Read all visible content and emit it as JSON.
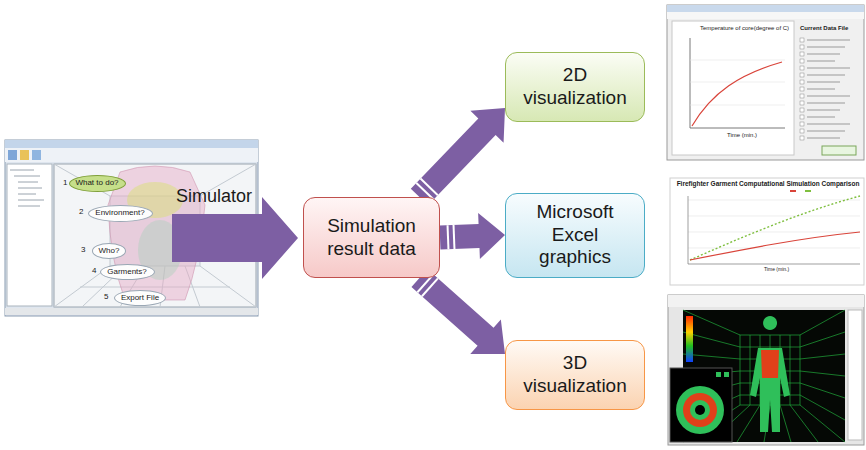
{
  "diagram": {
    "nodes": [
      {
        "text": [
          "What to do?"
        ]
      },
      {
        "text": [
          "Environment?"
        ]
      },
      {
        "text": [
          "Who?"
        ]
      },
      {
        "text": [
          "Garments?"
        ]
      },
      {
        "text": [
          "Export File"
        ]
      },
      {
        "text": [
          "Simulation result data"
        ]
      },
      {
        "text": [
          "2D visualization"
        ]
      },
      {
        "text": [
          "Microsoft Excel graphics"
        ]
      },
      {
        "text": [
          "3D visualization"
        ]
      }
    ],
    "edges": [
      {
        "from": 5,
        "to": 6,
        "arrow": "to"
      },
      {
        "from": 5,
        "to": 7,
        "arrow": "to"
      },
      {
        "from": 5,
        "to": 8,
        "arrow": "to"
      }
    ],
    "labels": [
      "Simulator",
      "1",
      "2",
      "3",
      "4",
      "5",
      "Temperature of core(degree of C)",
      "Time (min.)",
      "Current Data File",
      "Firefighter Garment Computational Simulation Comparison",
      "Time (min.)"
    ]
  }
}
